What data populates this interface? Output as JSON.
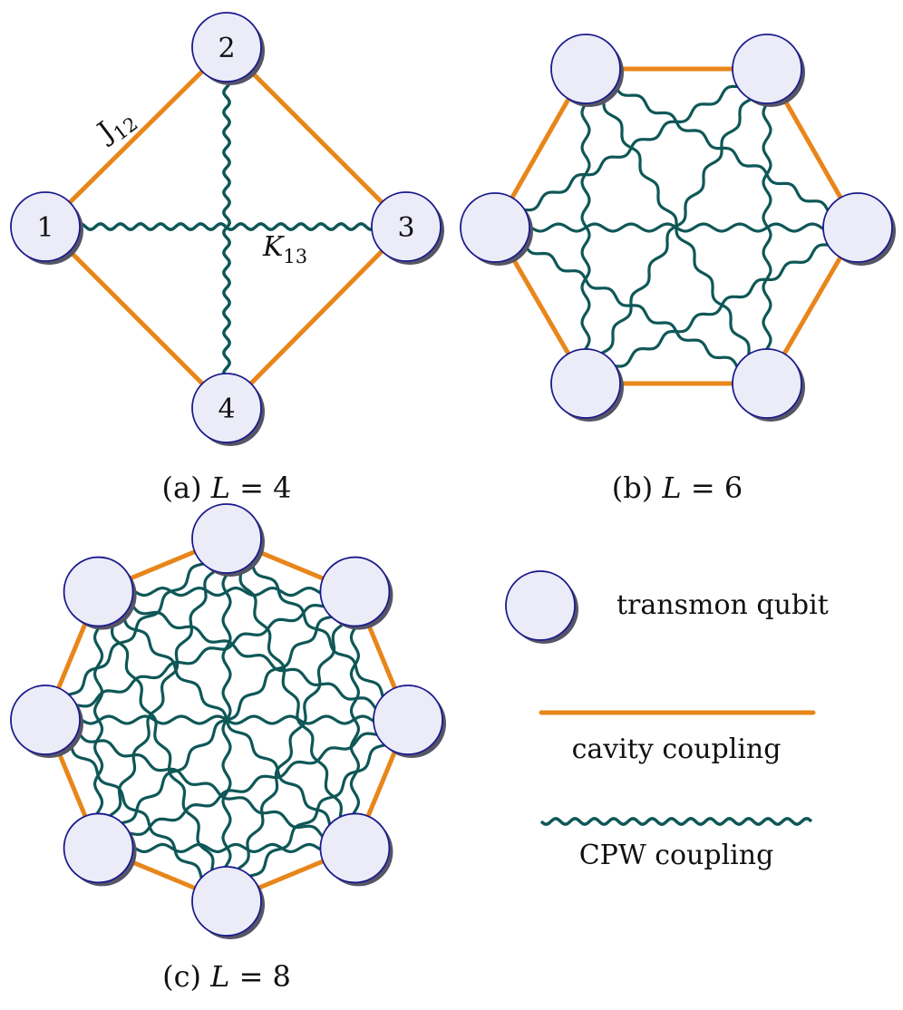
{
  "colors": {
    "cavity": "#E8861A",
    "cpw": "#0F5757",
    "qubit_fill": "#ECECF9",
    "qubit_stroke": "#1A1A8C",
    "qubit_shadow": "#555566"
  },
  "panels": [
    {
      "id": "a",
      "caption_prefix": "(a) ",
      "caption_var": "L",
      "caption_rest": " = 4",
      "qubit_labels": [
        "1",
        "2",
        "3",
        "4"
      ],
      "cavity_edges": [
        [
          0,
          1
        ],
        [
          1,
          2
        ],
        [
          2,
          3
        ],
        [
          3,
          0
        ]
      ],
      "cpw_edges": [
        [
          0,
          2
        ],
        [
          1,
          3
        ]
      ],
      "cavity_label": {
        "main": "J",
        "sub": "12"
      },
      "cpw_label": {
        "main": "K",
        "sub": "13"
      }
    },
    {
      "id": "b",
      "caption_prefix": "(b) ",
      "caption_var": "L",
      "caption_rest": " = 6",
      "qubit_labels": [
        "",
        "",
        "",
        "",
        "",
        ""
      ]
    },
    {
      "id": "c",
      "caption_prefix": "(c) ",
      "caption_var": "L",
      "caption_rest": " = 8",
      "qubit_labels": [
        "",
        "",
        "",
        "",
        "",
        "",
        "",
        ""
      ]
    }
  ],
  "legend": {
    "qubit": "transmon qubit",
    "cavity": "cavity coupling",
    "cpw": "CPW coupling"
  }
}
